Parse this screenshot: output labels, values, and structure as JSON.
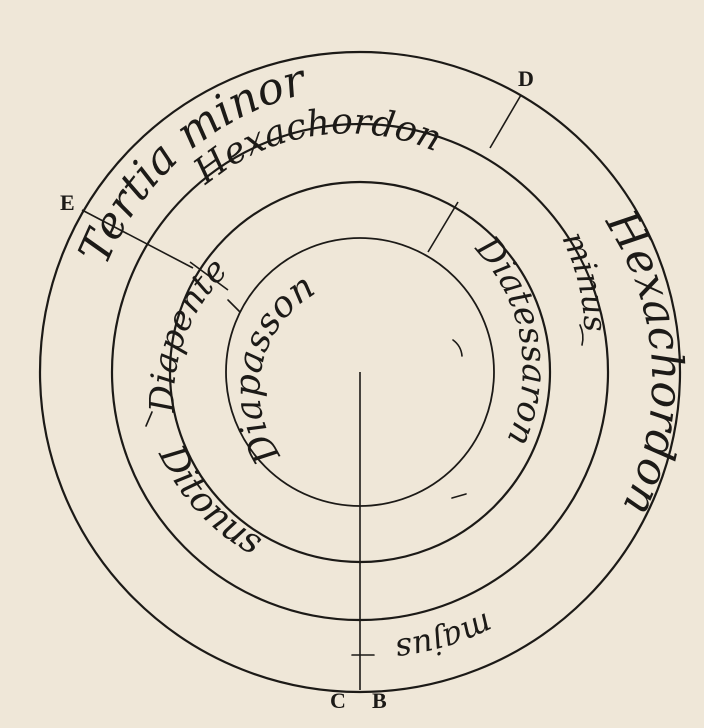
{
  "labels": {
    "tertia_minor": "Tertia minor",
    "hexachordon_minus": "Hexachordon",
    "hexachordon_major": "Hexachordon",
    "minus": "minus",
    "majus": "majus",
    "diatessaron": "Diatessaron",
    "diapente": "Diapente",
    "ditonus": "Ditonus",
    "diapasson": "Diapasson"
  },
  "points": {
    "D": "D",
    "E": "E",
    "C": "C",
    "B": "B"
  },
  "colors": {
    "ink": "#1c1a17",
    "paper": "#efe7d8"
  }
}
